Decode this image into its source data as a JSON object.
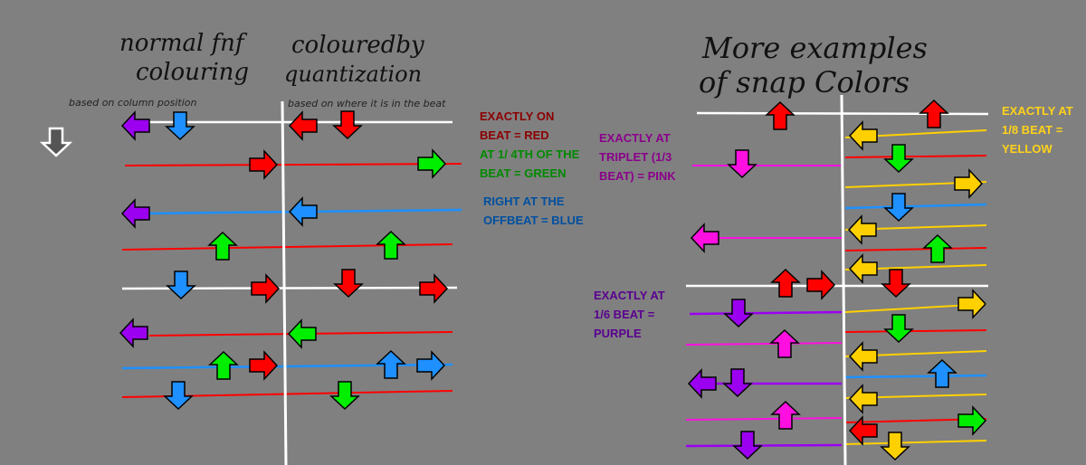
{
  "headings": {
    "normal_line1": "normal fnf",
    "normal_line2": "colouring",
    "quant_line1": "colouredby",
    "quant_line2": "quantization",
    "more_line1": "More examples",
    "more_line2": "of snap Colors"
  },
  "notes": {
    "column_note": "based on column position",
    "beat_note": "based on where it is in the beat"
  },
  "labels": {
    "red": [
      "EXACTLY ON",
      "BEAT = RED"
    ],
    "green": [
      "AT 1/ 4TH OF THE",
      "BEAT = GREEN"
    ],
    "blue": [
      "RIGHT AT THE",
      "OFFBEAT = BLUE"
    ],
    "pink": [
      "EXACTLY AT",
      "TRIPLET (1/3",
      "BEAT) = PINK"
    ],
    "purple": [
      "EXACTLY AT",
      "1/6 BEAT =",
      "PURPLE"
    ],
    "yellow": [
      "EXACTLY AT",
      "1/8 BEAT =",
      "YELLOW"
    ]
  },
  "colors": {
    "background": "#808080",
    "white": "#ffffff",
    "red": "#ff0000",
    "green": "#00ee00",
    "blue": "#1e90ff",
    "pink": "#ff10e0",
    "purple": "#9b00f0",
    "yellow": "#ffd000",
    "label_red": "#8b0000",
    "label_green": "#008a00",
    "label_blue": "#004fa0",
    "label_pink": "#8b008b",
    "label_purple": "#5a0090",
    "label_yellow": "#ffd21a"
  },
  "icons": {
    "arrow": "note-arrow-icon",
    "receptor": "gray-down-arrow-icon"
  }
}
